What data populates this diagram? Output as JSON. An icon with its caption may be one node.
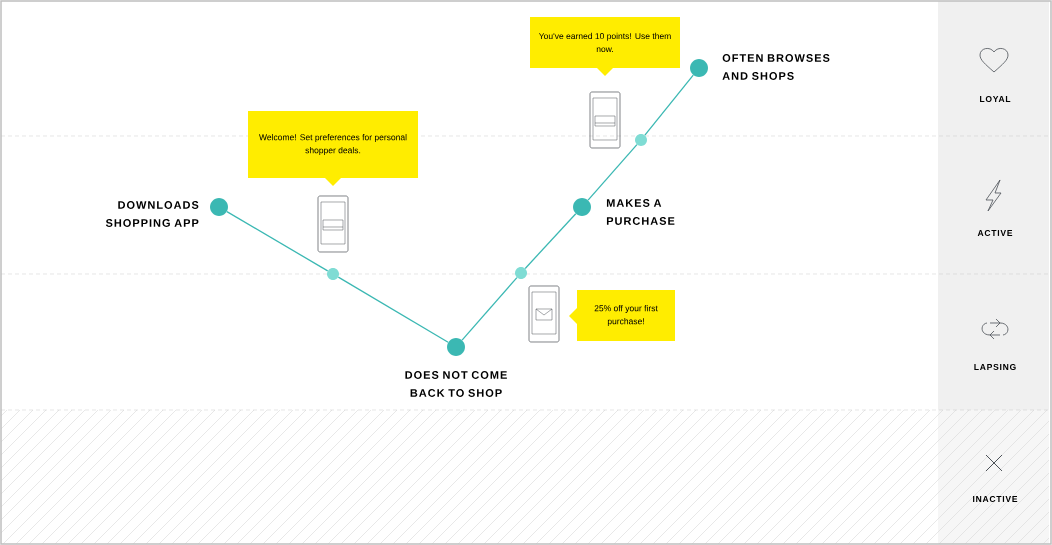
{
  "diagram": {
    "nodes": [
      {
        "text": [],
        "shape": "circle",
        "beside": [
          "DOWNLOADS SHOPPING APP"
        ]
      },
      {
        "text": [],
        "shape": "circle"
      },
      {
        "text": [],
        "shape": "circle",
        "beside": [
          "DOES NOT COME BACK TO SHOP"
        ]
      },
      {
        "text": [],
        "shape": "circle"
      },
      {
        "text": [],
        "shape": "circle",
        "beside": [
          "MAKES A PURCHASE"
        ]
      },
      {
        "text": [],
        "shape": "circle"
      },
      {
        "text": [],
        "shape": "circle",
        "beside": [
          "OFTEN BROWSES AND SHOPS"
        ]
      },
      {
        "text": [
          "You've earned 10 points! Use them now."
        ]
      },
      {
        "text": [
          "Welcome! Set preferences for personal shopper deals."
        ]
      },
      {
        "text": [
          "25% off your first purchase!"
        ]
      }
    ],
    "edges": [
      {
        "from": 0,
        "to": 1,
        "arrow": "none"
      },
      {
        "from": 1,
        "to": 2,
        "arrow": "none"
      },
      {
        "from": 2,
        "to": 3,
        "arrow": "none"
      },
      {
        "from": 3,
        "to": 4,
        "arrow": "none"
      },
      {
        "from": 4,
        "to": 5,
        "arrow": "none"
      },
      {
        "from": 5,
        "to": 6,
        "arrow": "none"
      }
    ],
    "labels": [
      "LOYAL",
      "ACTIVE",
      "LAPSING",
      "INACTIVE"
    ]
  }
}
